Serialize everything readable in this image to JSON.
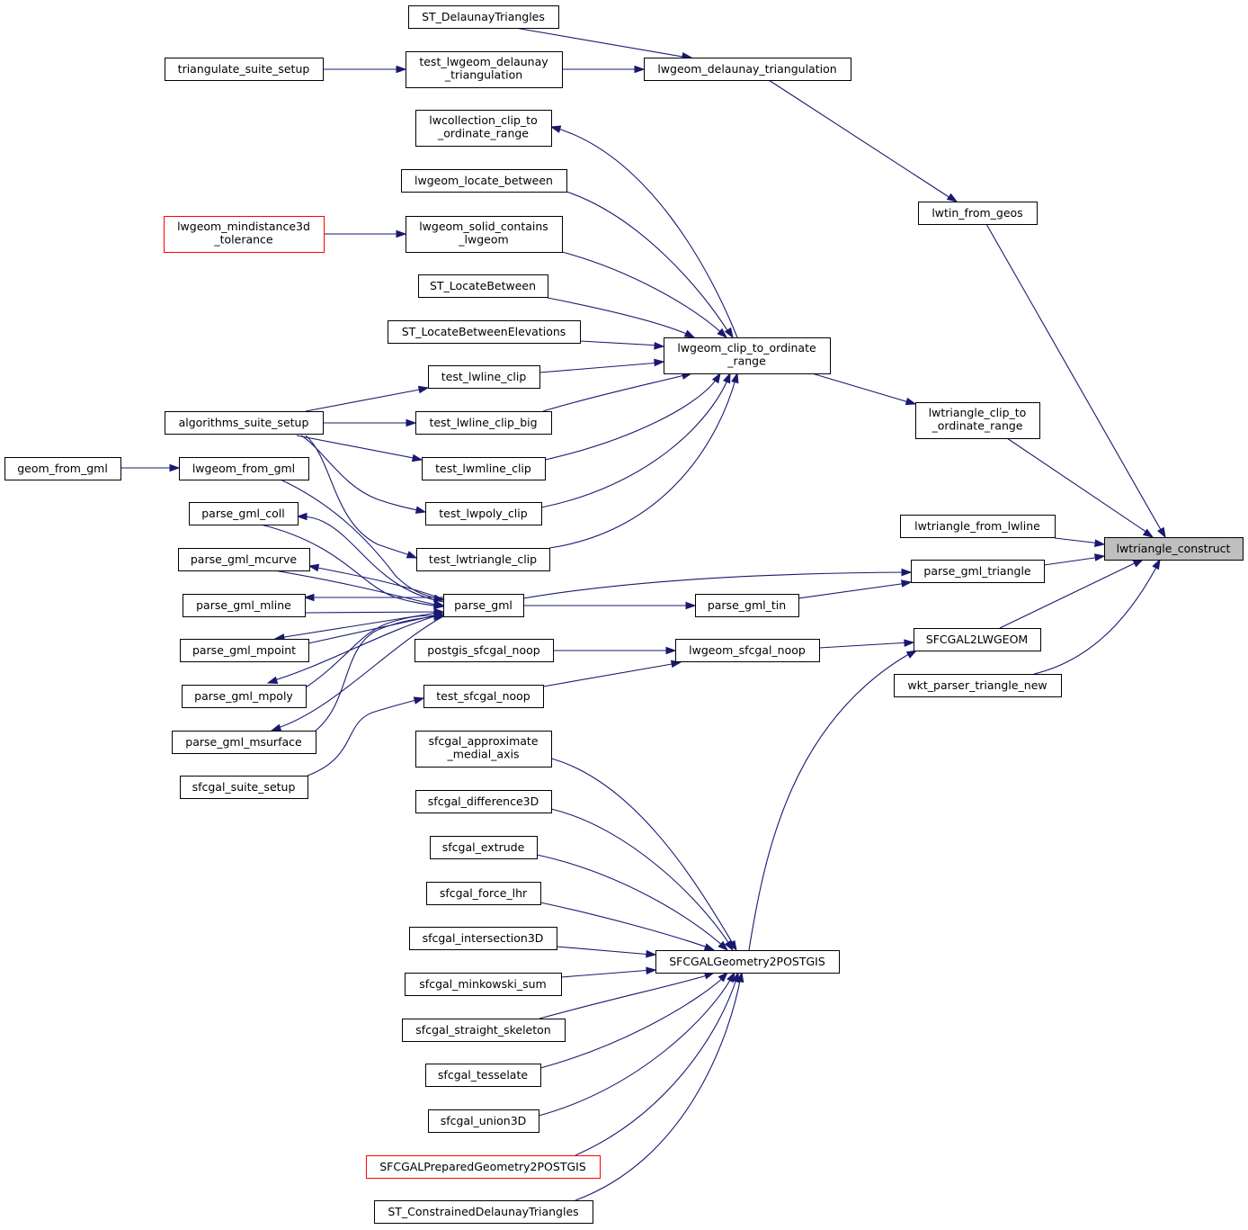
{
  "graph": {
    "colors": {
      "edge": "#191970",
      "node_border": "#000000",
      "highlight_border": "#ff0000",
      "focus_fill": "#bfbfbf"
    },
    "nodes": {
      "st_delaunaytriangles": [
        "ST_DelaunayTriangles"
      ],
      "triangulate_suite_setup": [
        "triangulate_suite_setup"
      ],
      "test_lwgeom_delaunay": [
        "test_lwgeom_delaunay",
        "_triangulation"
      ],
      "lwgeom_delaunay": [
        "lwgeom_delaunay_triangulation"
      ],
      "lwcollection_clip": [
        "lwcollection_clip_to",
        "_ordinate_range"
      ],
      "lwgeom_locate_between": [
        "lwgeom_locate_between"
      ],
      "lwgeom_mindistance3d": [
        "lwgeom_mindistance3d",
        "_tolerance"
      ],
      "lwgeom_solid_contains": [
        "lwgeom_solid_contains",
        "_lwgeom"
      ],
      "st_locatebetween": [
        "ST_LocateBetween"
      ],
      "st_locatebetweenelevations": [
        "ST_LocateBetweenElevations"
      ],
      "lwgeom_clip": [
        "lwgeom_clip_to_ordinate",
        "_range"
      ],
      "test_lwline_clip": [
        "test_lwline_clip"
      ],
      "algorithms_suite_setup": [
        "algorithms_suite_setup"
      ],
      "test_lwline_clip_big": [
        "test_lwline_clip_big"
      ],
      "test_lwmline_clip": [
        "test_lwmline_clip"
      ],
      "test_lwpoly_clip": [
        "test_lwpoly_clip"
      ],
      "test_lwtriangle_clip": [
        "test_lwtriangle_clip"
      ],
      "geom_from_gml": [
        "geom_from_gml"
      ],
      "lwgeom_from_gml": [
        "lwgeom_from_gml"
      ],
      "parse_gml_coll": [
        "parse_gml_coll"
      ],
      "parse_gml_mcurve": [
        "parse_gml_mcurve"
      ],
      "parse_gml_mline": [
        "parse_gml_mline"
      ],
      "parse_gml_mpoint": [
        "parse_gml_mpoint"
      ],
      "parse_gml_mpoly": [
        "parse_gml_mpoly"
      ],
      "parse_gml_msurface": [
        "parse_gml_msurface"
      ],
      "sfcgal_suite_setup": [
        "sfcgal_suite_setup"
      ],
      "parse_gml": [
        "parse_gml"
      ],
      "postgis_sfcgal_noop": [
        "postgis_sfcgal_noop"
      ],
      "test_sfcgal_noop": [
        "test_sfcgal_noop"
      ],
      "sfcgal_approximate": [
        "sfcgal_approximate",
        "_medial_axis"
      ],
      "sfcgal_difference3d": [
        "sfcgal_difference3D"
      ],
      "sfcgal_extrude": [
        "sfcgal_extrude"
      ],
      "sfcgal_force_lhr": [
        "sfcgal_force_lhr"
      ],
      "sfcgal_intersection3d": [
        "sfcgal_intersection3D"
      ],
      "sfcgal_minkowski_sum": [
        "sfcgal_minkowski_sum"
      ],
      "sfcgal_straight_skeleton": [
        "sfcgal_straight_skeleton"
      ],
      "sfcgal_tesselate": [
        "sfcgal_tesselate"
      ],
      "sfcgal_union3d": [
        "sfcgal_union3D"
      ],
      "sfcgalprepared": [
        "SFCGALPreparedGeometry2POSTGIS"
      ],
      "st_constraineddelaunay": [
        "ST_ConstrainedDelaunayTriangles"
      ],
      "parse_gml_tin": [
        "parse_gml_tin"
      ],
      "lwgeom_sfcgal_noop": [
        "lwgeom_sfcgal_noop"
      ],
      "sfcgalgeometry2postgis": [
        "SFCGALGeometry2POSTGIS"
      ],
      "lwtin_from_geos": [
        "lwtin_from_geos"
      ],
      "lwtriangle_clip": [
        "lwtriangle_clip_to",
        "_ordinate_range"
      ],
      "lwtriangle_from_lwline": [
        "lwtriangle_from_lwline"
      ],
      "parse_gml_triangle": [
        "parse_gml_triangle"
      ],
      "sfcgal2lwgeom": [
        "SFCGAL2LWGEOM"
      ],
      "wkt_parser_triangle_new": [
        "wkt_parser_triangle_new"
      ],
      "lwtriangle_construct": [
        "lwtriangle_construct"
      ]
    }
  }
}
